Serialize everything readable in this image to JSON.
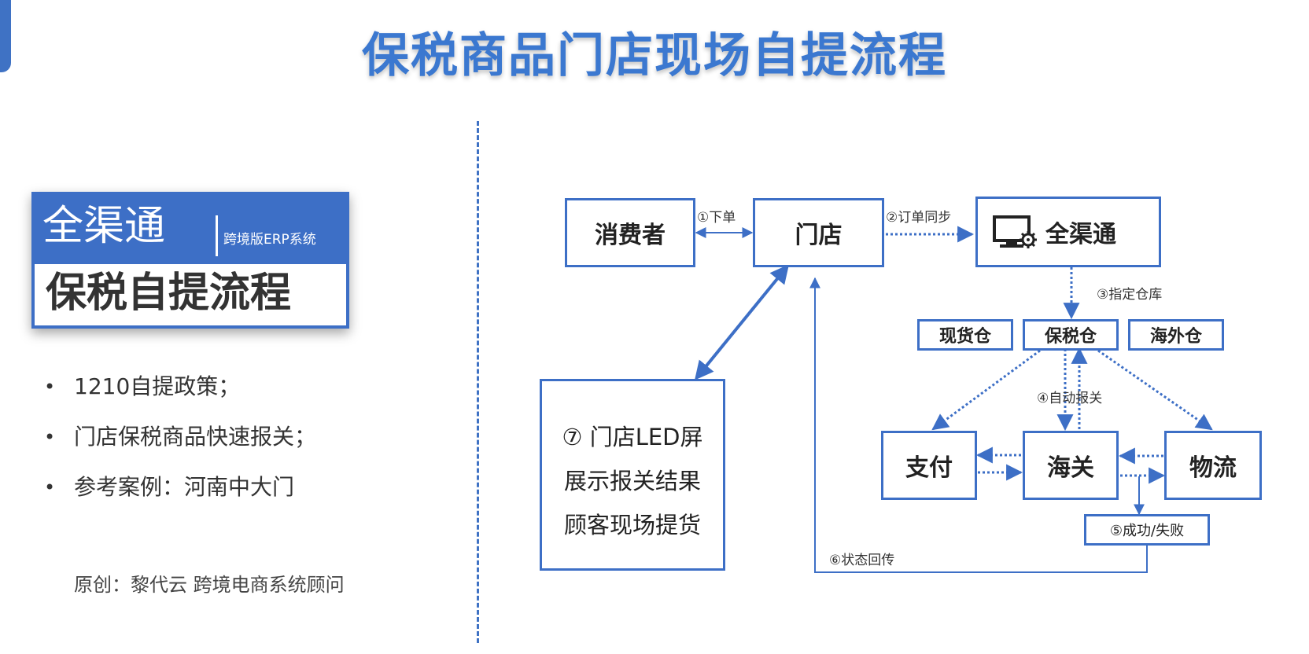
{
  "title": "保税商品门店现场自提流程",
  "badge": {
    "brand": "全渠通",
    "subtitle": "跨境版ERP系统",
    "main": "保税自提流程"
  },
  "bullets": [
    "1210自提政策；",
    "门店保税商品快速报关；",
    "参考案例：河南中大门"
  ],
  "credit": "原创：黎代云 跨境电商系统顾问",
  "flow": {
    "nodes": {
      "consumer": "消费者",
      "store": "门店",
      "qqt": "全渠通",
      "spot_warehouse": "现货仓",
      "bonded_warehouse": "保税仓",
      "overseas_warehouse": "海外仓",
      "payment": "支付",
      "customs": "海关",
      "logistics": "物流",
      "led": [
        "⑦ 门店LED屏",
        "展示报关结果",
        "顾客现场提货"
      ]
    },
    "labels": {
      "step1": "①下单",
      "step2": "②订单同步",
      "step3": "③指定仓库",
      "step4": "④自动报关",
      "step5": "⑤成功/失败",
      "step6": "⑥状态回传"
    },
    "colors": {
      "accent": "#3d6fc6",
      "title": "#3b78d0"
    },
    "icons": [
      "monitor-gear-icon"
    ]
  }
}
